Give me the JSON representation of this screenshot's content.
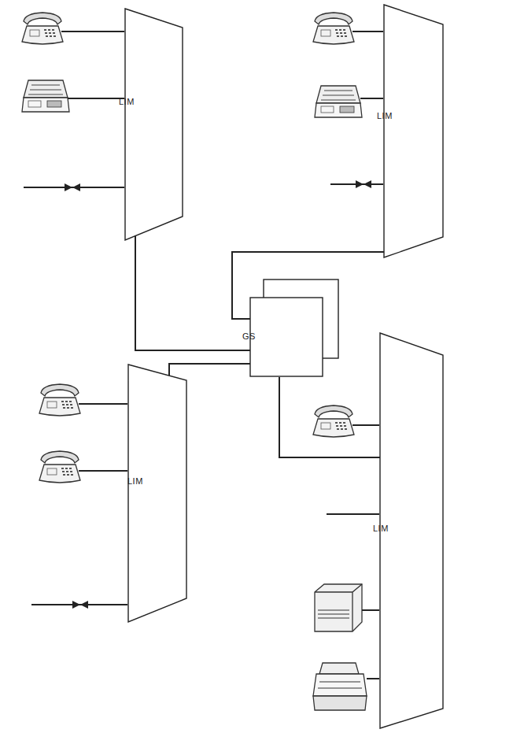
{
  "diagram": {
    "nodes": [
      {
        "text": [
          "LIM"
        ]
      },
      {
        "text": [
          "LIM"
        ]
      },
      {
        "text": [
          "GS"
        ]
      },
      {
        "text": [
          "LIM"
        ]
      },
      {
        "text": [
          "LIM"
        ]
      }
    ],
    "edges": [
      {
        "from": 0,
        "to": 2,
        "arrow": "none"
      },
      {
        "from": 1,
        "to": 2,
        "arrow": "none"
      },
      {
        "from": 3,
        "to": 2,
        "arrow": "none"
      },
      {
        "from": 4,
        "to": 2,
        "arrow": "none"
      }
    ]
  }
}
